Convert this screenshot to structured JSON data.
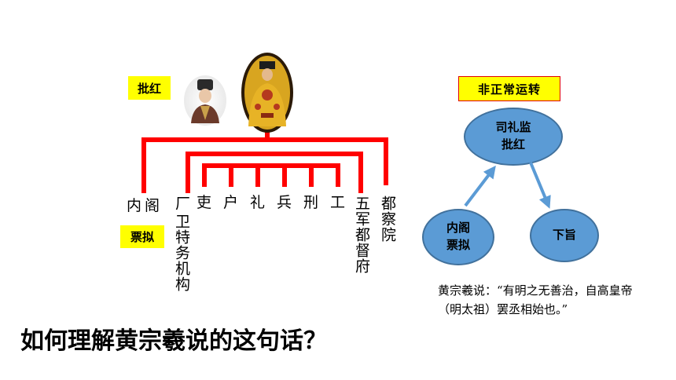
{
  "labels": {
    "pihong": "批红",
    "piaoni": "票拟",
    "abnormal": "非正常运转"
  },
  "departments": {
    "neige": "内阁",
    "chang": "厂",
    "weite": "卫特务机构",
    "li_official": "吏",
    "hu": "户",
    "li_rites": "礼",
    "bing": "兵",
    "xing": "刑",
    "gong": "工",
    "wujun": "五军都督府",
    "duchayuan": "都察院"
  },
  "flow": {
    "silijian_line1": "司礼监",
    "silijian_line2": "批红",
    "neige_line1": "内阁",
    "neige_line2": "票拟",
    "xiazhi": "下旨"
  },
  "quote": "黄宗羲说：“有明之无善治，自高皇帝（明太祖）罢丞相始也。”",
  "question": "如何理解黄宗羲说的这句话？",
  "colors": {
    "line_red": "#ff0000",
    "highlight_yellow": "#ffff00",
    "ellipse_blue": "#5b9bd5",
    "arrow_blue": "#5b9bd5"
  },
  "icons": [
    "eunuch-portrait",
    "emperor-portrait"
  ]
}
